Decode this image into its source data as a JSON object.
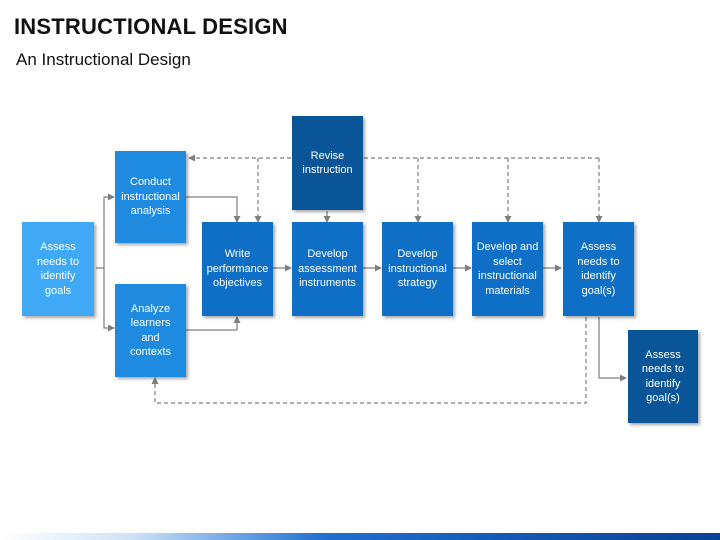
{
  "header": {
    "title": "INSTRUCTIONAL DESIGN",
    "subtitle": "An Instructional Design"
  },
  "boxes": {
    "assess_left": "Assess\nneeds to\nidentify\ngoals",
    "conduct": "Conduct\ninstructional\nanalysis",
    "analyze": "Analyze\nlearners\nand\ncontexts",
    "write": "Write\nperformance\nobjectives",
    "revise": "Revise\ninstruction",
    "develop_assessment": "Develop\nassessment\ninstruments",
    "develop_strategy": "Develop\ninstructional\nstrategy",
    "develop_materials": "Develop and\nselect\ninstructional\nmaterials",
    "assess_right": "Assess\nneeds to\nidentify\ngoal(s)",
    "assess_final": "Assess\nneeds to\nidentify\ngoal(s)"
  },
  "colors": {
    "light": "#3fa9f5",
    "mid": "#1f8be0",
    "main": "#0f6fc6",
    "dark": "#0a5597",
    "connector": "#7f7f7f"
  }
}
